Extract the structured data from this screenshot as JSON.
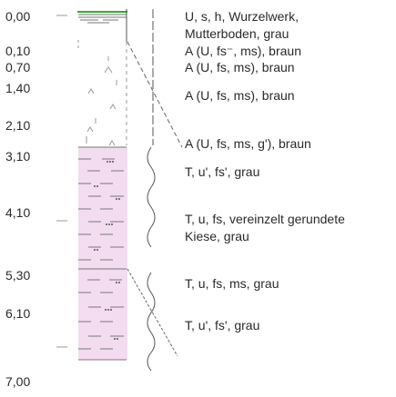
{
  "log": {
    "depths": [
      "0,00",
      "0,10",
      "0,70",
      "1,40",
      "2,10",
      "3,10",
      "4,10",
      "5,30",
      "6,10",
      "7,00"
    ],
    "layers": [
      {
        "lines": [
          "U, s, h, Wurzelwerk,",
          "Mutterboden, grau"
        ]
      },
      {
        "lines": [
          "A (U, fs⁻, ms), braun"
        ]
      },
      {
        "lines": [
          "A (U, fs, ms), braun"
        ]
      },
      {
        "lines": [
          "A (U, fs, ms), braun"
        ]
      },
      {
        "lines": [
          "A (U, fs, ms, g'), braun"
        ]
      },
      {
        "lines": [
          "T, u', fs', grau"
        ]
      },
      {
        "lines": [
          "T, u, fs, vereinzelt gerundete",
          "Kiese, grau"
        ]
      },
      {
        "lines": [
          "T, u, fs, ms, grau"
        ]
      },
      {
        "lines": [
          "T, u', fs', grau"
        ]
      }
    ]
  },
  "colors": {
    "clay_fill": "#f3dcef",
    "topsoil_line": "#33aa33",
    "line": "#555555"
  }
}
